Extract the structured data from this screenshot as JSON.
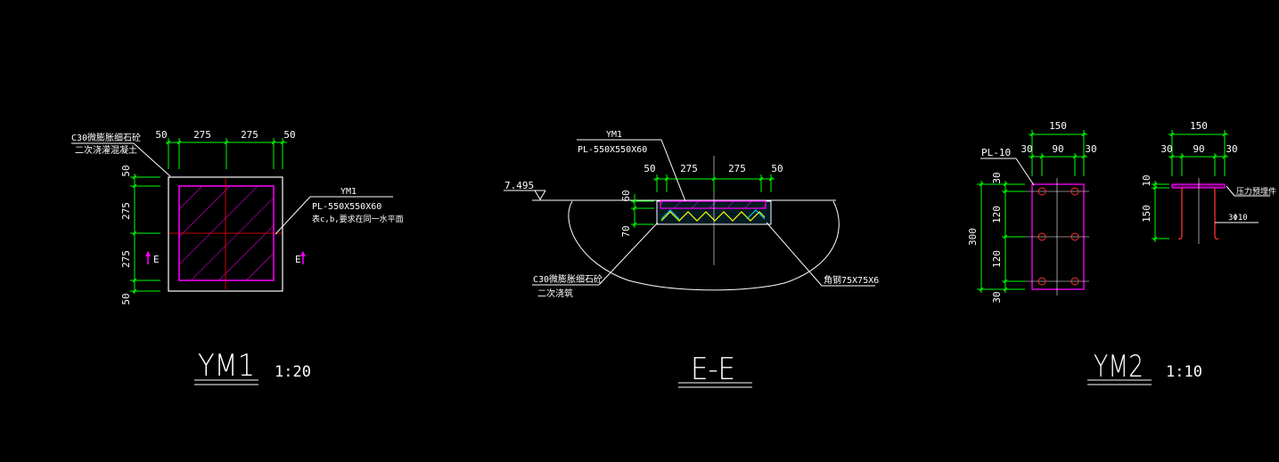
{
  "colors": {
    "background": "#000000",
    "outline": "#ffffff",
    "dimension": "#00ff00",
    "plate": "#ff00ff",
    "centerline": "#ff0000",
    "anchor": "#ff3030",
    "rebar_mesh": "#ffff00",
    "fill_cyan": "#00d8ff"
  },
  "ym1": {
    "title": "YM1",
    "scale": "1:20",
    "note_grout": [
      "C30微膨胀细石砼",
      "二次浇灌混凝土"
    ],
    "note_plate": [
      "YM1",
      "PL-550X550X60",
      "表c,b,要求在同一水平面"
    ],
    "dims_top": [
      "50",
      "275",
      "275",
      "50"
    ],
    "dims_left": [
      "50",
      "275",
      "275",
      "50"
    ],
    "section_mark": "E"
  },
  "section_ee": {
    "title": "E-E",
    "note_plate": [
      "YM1",
      "PL-550X550X60"
    ],
    "dims_top": [
      "50",
      "275",
      "275",
      "50"
    ],
    "dims_left": [
      "60",
      "70"
    ],
    "elevation": "7.495",
    "note_grout": [
      "C30微膨胀细石砼",
      "二次浇筑"
    ],
    "note_angle": "角钢75X75X6"
  },
  "ym2": {
    "title": "YM2",
    "scale": "1:10",
    "plate_label": "PL-10",
    "dims_top": [
      "150",
      "30",
      "90",
      "30"
    ],
    "dims_left": [
      "30",
      "120",
      "120",
      "30"
    ],
    "dim_total": "300"
  },
  "ym2_side": {
    "dims_top": [
      "150",
      "30",
      "90",
      "30"
    ],
    "dims_left": [
      "10",
      "150"
    ],
    "note_plate": "压力预埋件",
    "note_bar": "3Φ10"
  }
}
